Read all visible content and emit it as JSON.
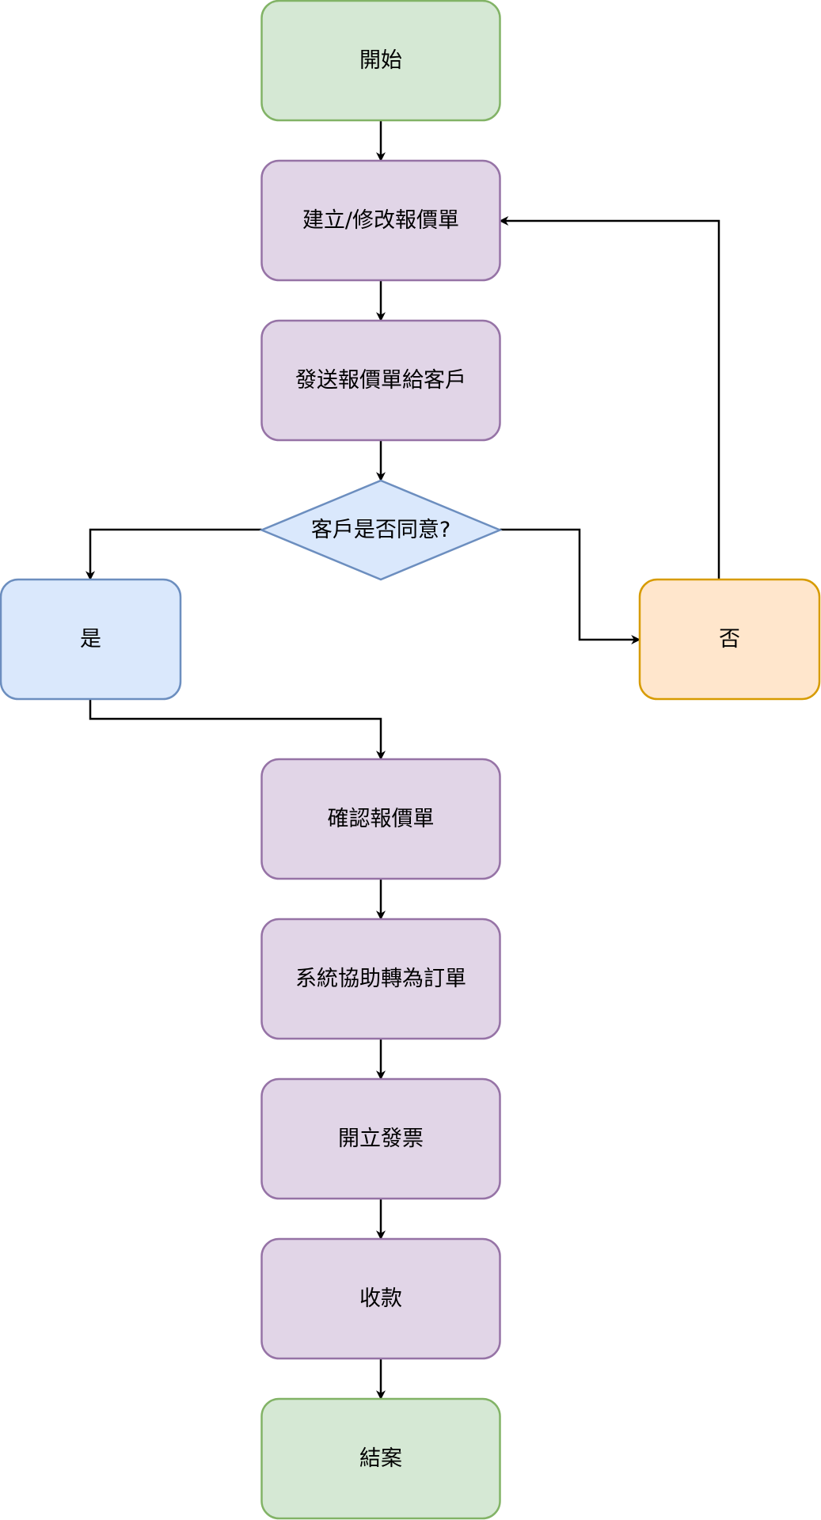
{
  "diagram": {
    "type": "flowchart",
    "colors": {
      "start_end_fill": "#d5e8d4",
      "start_end_stroke": "#82b366",
      "process_fill": "#e1d5e7",
      "process_stroke": "#9673a6",
      "decision_fill": "#dae8fc",
      "decision_stroke": "#6c8ebf",
      "yes_fill": "#dae8fc",
      "yes_stroke": "#6c8ebf",
      "no_fill": "#ffe6cc",
      "no_stroke": "#d79b00",
      "edge": "#000000"
    },
    "nodes": [
      {
        "id": "start",
        "label": "開始",
        "kind": "terminal"
      },
      {
        "id": "create",
        "label": "建立/修改報價單",
        "kind": "process"
      },
      {
        "id": "send",
        "label": "發送報價單給客戶",
        "kind": "process"
      },
      {
        "id": "decision",
        "label": "客戶是否同意?",
        "kind": "decision"
      },
      {
        "id": "yes",
        "label": "是",
        "kind": "yes"
      },
      {
        "id": "no",
        "label": "否",
        "kind": "no"
      },
      {
        "id": "confirm",
        "label": "確認報價單",
        "kind": "process"
      },
      {
        "id": "convert",
        "label": "系統協助轉為訂單",
        "kind": "process"
      },
      {
        "id": "invoice",
        "label": "開立發票",
        "kind": "process"
      },
      {
        "id": "payment",
        "label": "收款",
        "kind": "process"
      },
      {
        "id": "end",
        "label": "結案",
        "kind": "terminal"
      }
    ],
    "edges": [
      {
        "from": "start",
        "to": "create"
      },
      {
        "from": "create",
        "to": "send"
      },
      {
        "from": "send",
        "to": "decision"
      },
      {
        "from": "decision",
        "to": "yes"
      },
      {
        "from": "decision",
        "to": "no"
      },
      {
        "from": "no",
        "to": "create"
      },
      {
        "from": "yes",
        "to": "confirm"
      },
      {
        "from": "confirm",
        "to": "convert"
      },
      {
        "from": "convert",
        "to": "invoice"
      },
      {
        "from": "invoice",
        "to": "payment"
      },
      {
        "from": "payment",
        "to": "end"
      }
    ]
  }
}
